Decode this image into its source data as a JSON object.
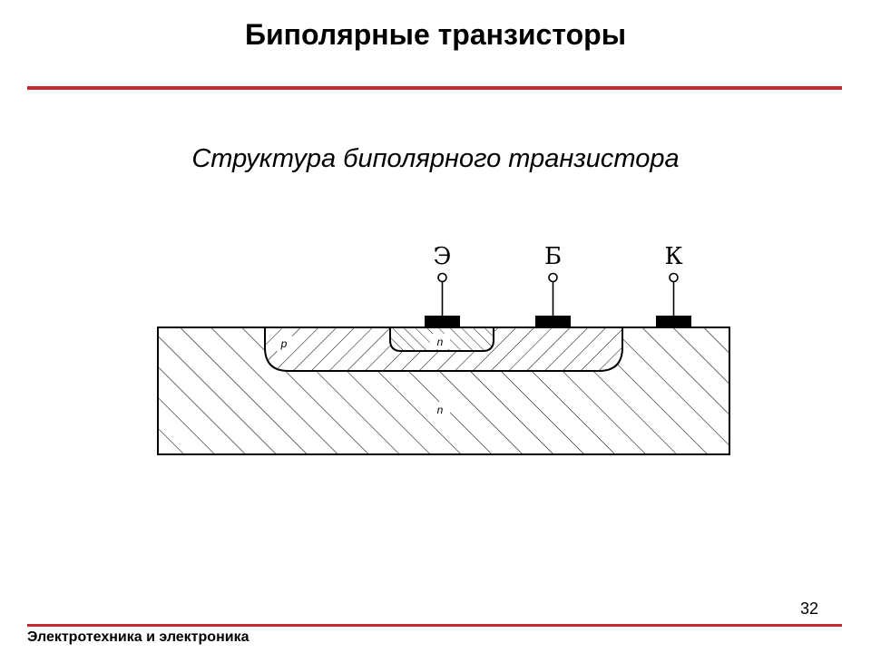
{
  "slide": {
    "title": "Биполярные транзисторы",
    "subtitle": "Структура биполярного транзистора",
    "page_number": "32",
    "footer": "Электротехника и электроника",
    "accent_color": "#c8292e"
  },
  "diagram": {
    "terminals": [
      {
        "label": "Э"
      },
      {
        "label": "Б"
      },
      {
        "label": "К"
      }
    ],
    "regions": {
      "base": "p",
      "emitter": "n",
      "collector": "n"
    }
  }
}
